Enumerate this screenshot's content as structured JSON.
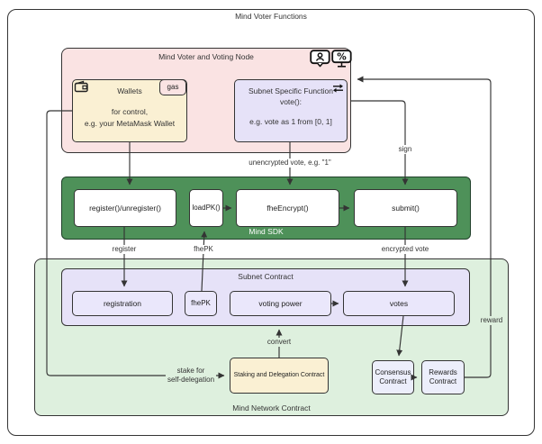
{
  "title": "Mind Voter Functions",
  "voting_node": {
    "title": "Mind Voter and Voting Node",
    "icons": [
      "user-chat-icon",
      "percent-screen-icon"
    ],
    "wallets": {
      "icon": "wallet-icon",
      "badge": "gas",
      "title": "Wallets",
      "line1": "for control,",
      "line2": "e.g. your MetaMask Wallet"
    },
    "vote_fn": {
      "icon": "swap-icon",
      "line1": "Subnet Specific Function",
      "line2": "vote():",
      "line3": "e.g. vote as 1 from [0, 1]"
    }
  },
  "sdk": {
    "label": "Mind SDK",
    "register": "register()/unregister()",
    "loadpk": "loadPK()",
    "fheencrypt": "fheEncrypt()",
    "submit": "submit()"
  },
  "network": {
    "label": "Mind Network Contract",
    "subnet": {
      "label": "Subnet Contract",
      "registration": "registration",
      "fhepk": "fhePK",
      "voting_power": "voting power",
      "votes": "votes"
    },
    "staking": "Staking and Delegation Contract",
    "consensus": {
      "line1": "Consensus",
      "line2": "Contract"
    },
    "rewards": {
      "line1": "Rewards",
      "line2": "Contract"
    }
  },
  "edges": {
    "unencrypted_vote": "unencrypted vote, e.g. \"1\"",
    "sign": "sign",
    "register": "register",
    "fhepk": "fhePK",
    "encrypted_vote": "encrypted vote",
    "convert": "convert",
    "stake_line1": "stake for",
    "stake_line2": "self-delegation",
    "reward": "reward"
  },
  "colors": {
    "pink": "#fae3e3",
    "cream": "#faf0d3",
    "lavender": "#e6e2f8",
    "lavender-light": "#eae7fb",
    "green": "#4e9159",
    "green-dark": "#21402b",
    "green-light": "#def0de",
    "contract-light": "#eceefb",
    "ink": "#343434",
    "line": "#343434"
  }
}
